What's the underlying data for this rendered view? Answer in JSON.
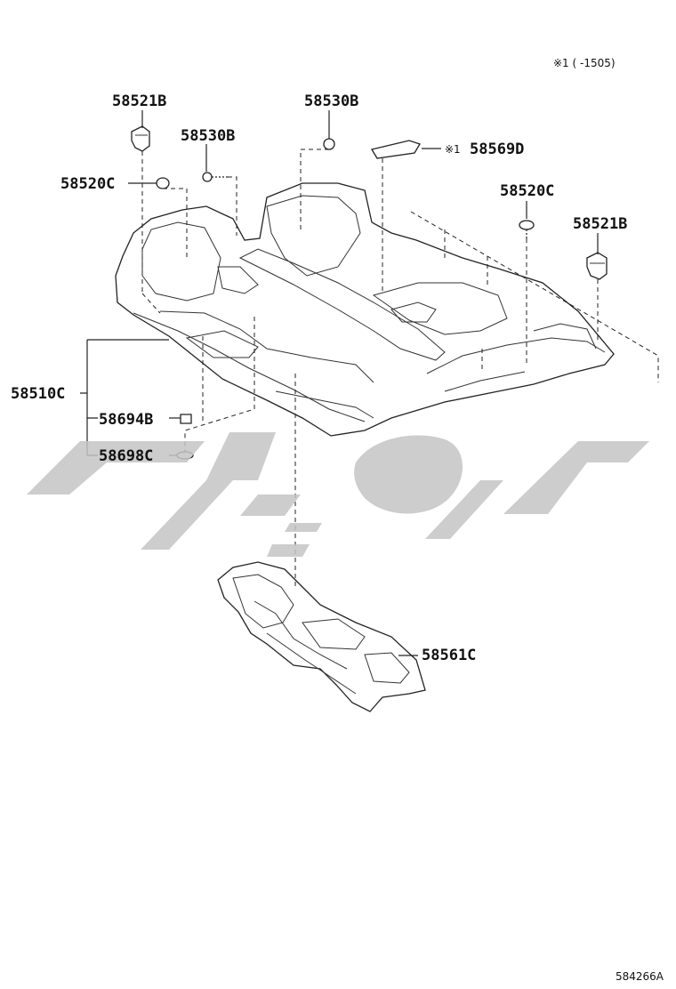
{
  "diagram": {
    "header_note": "※1 (     -1505)",
    "footer_code": "584266A",
    "watermark_color": "#c4c4c4",
    "line_color": "#222222",
    "parts": [
      {
        "id": "p1",
        "label": "58521B"
      },
      {
        "id": "p2",
        "label": "58530B"
      },
      {
        "id": "p3",
        "label": "58520C"
      },
      {
        "id": "p4",
        "label": "58530B"
      },
      {
        "id": "p5_mark",
        "label": "※1"
      },
      {
        "id": "p5",
        "label": "58569D"
      },
      {
        "id": "p6",
        "label": "58520C"
      },
      {
        "id": "p7",
        "label": "58521B"
      },
      {
        "id": "p8",
        "label": "58510C"
      },
      {
        "id": "p9",
        "label": "58694B"
      },
      {
        "id": "p10",
        "label": "58698C"
      },
      {
        "id": "p11",
        "label": "58561C"
      }
    ]
  }
}
